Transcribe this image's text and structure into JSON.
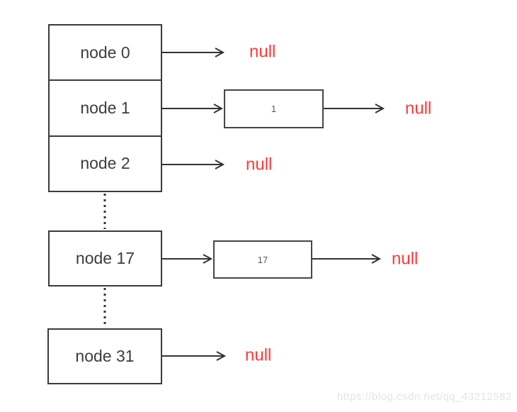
{
  "diagram": {
    "buckets": [
      {
        "label": "node 0",
        "entry": null,
        "next": "null"
      },
      {
        "label": "node 1",
        "entry": "1",
        "next": "null"
      },
      {
        "label": "node 2",
        "entry": null,
        "next": "null"
      },
      {
        "label": "node 17",
        "entry": "17",
        "next": "null"
      },
      {
        "label": "node 31",
        "entry": null,
        "next": "null"
      }
    ]
  },
  "colors": {
    "line": "#333333",
    "box_border": "#3b3b3b",
    "node_text": "#3c3c3c",
    "entry_text": "#595959",
    "null_text": "#fb3b3b",
    "watermark_text": "#e4e4e4"
  },
  "watermark": "https://blog.csdn.net/qq_43212582"
}
